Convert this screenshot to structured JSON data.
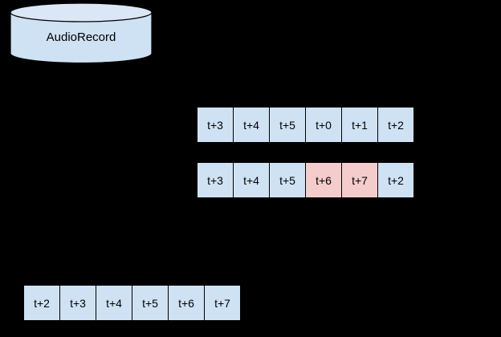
{
  "colors": {
    "background": "#000000",
    "cell_blue": "#cfe2f3",
    "cell_pink": "#f4cccc",
    "cylinder_body": "#cfe2f3",
    "cylinder_top": "#dbe7f6",
    "outline": "#000000"
  },
  "cylinder": {
    "label": "AudioRecord"
  },
  "rows": [
    {
      "id": "buffer-row-top",
      "cells": [
        {
          "label": "t+3",
          "color": "cell_blue"
        },
        {
          "label": "t+4",
          "color": "cell_blue"
        },
        {
          "label": "t+5",
          "color": "cell_blue"
        },
        {
          "label": "t+0",
          "color": "cell_blue"
        },
        {
          "label": "t+1",
          "color": "cell_blue"
        },
        {
          "label": "t+2",
          "color": "cell_blue"
        }
      ]
    },
    {
      "id": "buffer-row-middle",
      "cells": [
        {
          "label": "t+3",
          "color": "cell_blue"
        },
        {
          "label": "t+4",
          "color": "cell_blue"
        },
        {
          "label": "t+5",
          "color": "cell_blue"
        },
        {
          "label": "t+6",
          "color": "cell_pink"
        },
        {
          "label": "t+7",
          "color": "cell_pink"
        },
        {
          "label": "t+2",
          "color": "cell_blue"
        }
      ]
    },
    {
      "id": "output-row",
      "cells": [
        {
          "label": "t+2",
          "color": "cell_blue"
        },
        {
          "label": "t+3",
          "color": "cell_blue"
        },
        {
          "label": "t+4",
          "color": "cell_blue"
        },
        {
          "label": "t+5",
          "color": "cell_blue"
        },
        {
          "label": "t+6",
          "color": "cell_blue"
        },
        {
          "label": "t+7",
          "color": "cell_blue"
        }
      ]
    }
  ]
}
